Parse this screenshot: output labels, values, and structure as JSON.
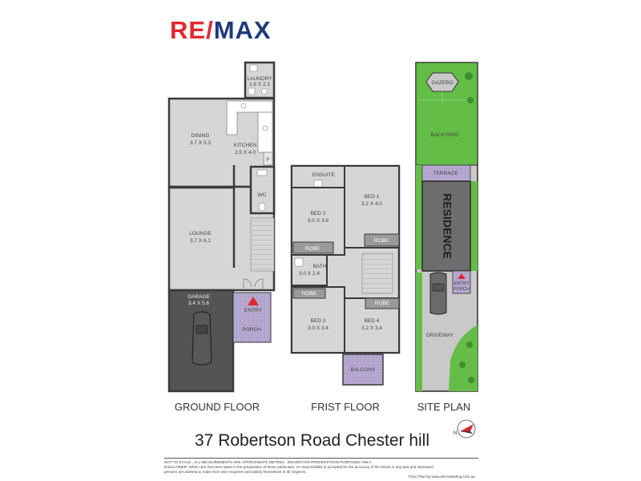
{
  "brand": {
    "logo_text_left": "RE",
    "logo_text_right": "MAX",
    "color_red": "#e1282e",
    "color_blue": "#1c3a7c"
  },
  "ground_floor": {
    "caption": "GROUND FLOOR",
    "rooms": {
      "laundry": {
        "name": "LAUNDRY",
        "dims": "1.6 X 2.1"
      },
      "dining": {
        "name": "DINING",
        "dims": "3.7 X 5.3"
      },
      "kitchen": {
        "name": "KITCHEN",
        "dims": "2.5 X 4.0"
      },
      "fridge": {
        "name": "F"
      },
      "wc": {
        "name": "WC"
      },
      "lounge": {
        "name": "LOUNGE",
        "dims": "3.7 X 6.1"
      },
      "garage": {
        "name": "GARAGE",
        "dims": "3.4 X 5.6"
      },
      "porch": {
        "name": "PORCH"
      },
      "entry": {
        "name": "ENTRY"
      }
    }
  },
  "first_floor": {
    "caption": "FRIST FLOOR",
    "rooms": {
      "ensuite": {
        "name": "ENSUITE"
      },
      "bed1": {
        "name": "BED 1",
        "dims": "3.2 X 4.0"
      },
      "bed2": {
        "name": "BED 2",
        "dims": "3.0 X 3.8"
      },
      "robe_bed1": {
        "name": "ROBE"
      },
      "robe_bed2": {
        "name": "ROBE"
      },
      "bath": {
        "name": "BATH",
        "dims": "3.0 X 2.4"
      },
      "robe_bed3": {
        "name": "ROBE"
      },
      "robe_bed4": {
        "name": "ROBE"
      },
      "bed3": {
        "name": "BED 3",
        "dims": "3.0 X 3.4"
      },
      "bed4": {
        "name": "BED 4",
        "dims": "3.2 X 3.4"
      },
      "balcony": {
        "name": "BALCONY"
      }
    }
  },
  "site_plan": {
    "caption": "SITE PLAN",
    "labels": {
      "gazebo": "GAZEBO",
      "backyard": "BACKYARD",
      "terrace": "TERRACE",
      "residence": "RESIDENCE",
      "entry": "ENTRY",
      "porch": "PORCH",
      "driveway": "DRIVEWAY"
    }
  },
  "compass_label": "N",
  "address": "37 Robertson Road Chester hill",
  "disclaimer": {
    "line1": "NOT TO SCALE , ALL MEASUREMENTS ARE APPROXIMATE METRES , DRAWN FOR PRESENTATION PURPOSES ONLY",
    "line2": "DISCLAIMER: While care has been taken in the preparation of these particulars, no responsibility is accepted for the accuracy of the whole or any part and interested",
    "line3": "persons are advised to make their own enquiries and satisfy  themselves in all respects.",
    "credit": "Floor Plan by www.skcmarketing.com.au"
  },
  "colors": {
    "room_fill": "#d6d6d6",
    "wall": "#3a3a3a",
    "garage_fill": "#545454",
    "porch_fill": "#b7aad0",
    "lawn": "#63bd46",
    "residence_fill": "#6d6d6d",
    "paving": "#c9c9c9",
    "entry_arrow": "#e1282e"
  }
}
